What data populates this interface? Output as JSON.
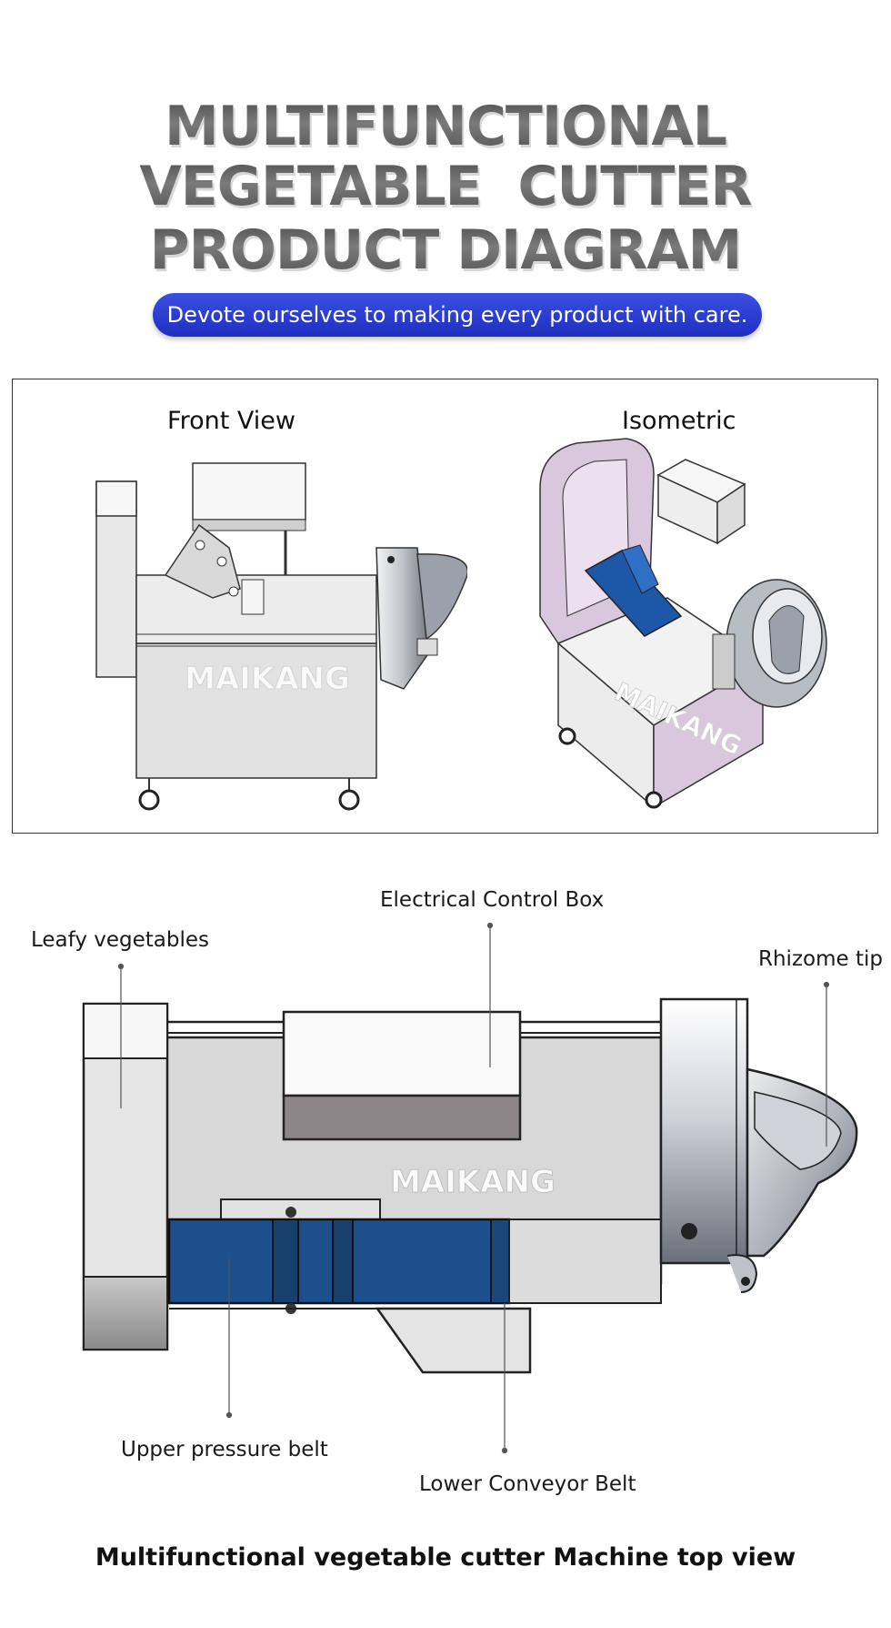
{
  "header": {
    "title_lines": [
      "MULTIFUNCTIONAL",
      "VEGETABLE  CUTTER",
      "PRODUCT DIAGRAM"
    ],
    "slogan": "Devote ourselves to making every product with care."
  },
  "views": {
    "front_label": "Front View",
    "iso_label": "Isometric",
    "watermark": "MAIKANG"
  },
  "top_view": {
    "watermark": "MAIKANG",
    "callouts": {
      "electrical_box": "Electrical Control Box",
      "leafy": "Leafy vegetables",
      "rhizome": "Rhizome tip",
      "upper_belt": "Upper pressure belt",
      "lower_belt": "Lower Conveyor Belt"
    },
    "caption": "Multifunctional vegetable cutter Machine top view"
  },
  "colors": {
    "slogan_bg": "#2536d0",
    "belt_blue": "#1d4f8c",
    "iso_lilac": "#d9c8dd",
    "machine_gray": "#d6d6d6"
  }
}
